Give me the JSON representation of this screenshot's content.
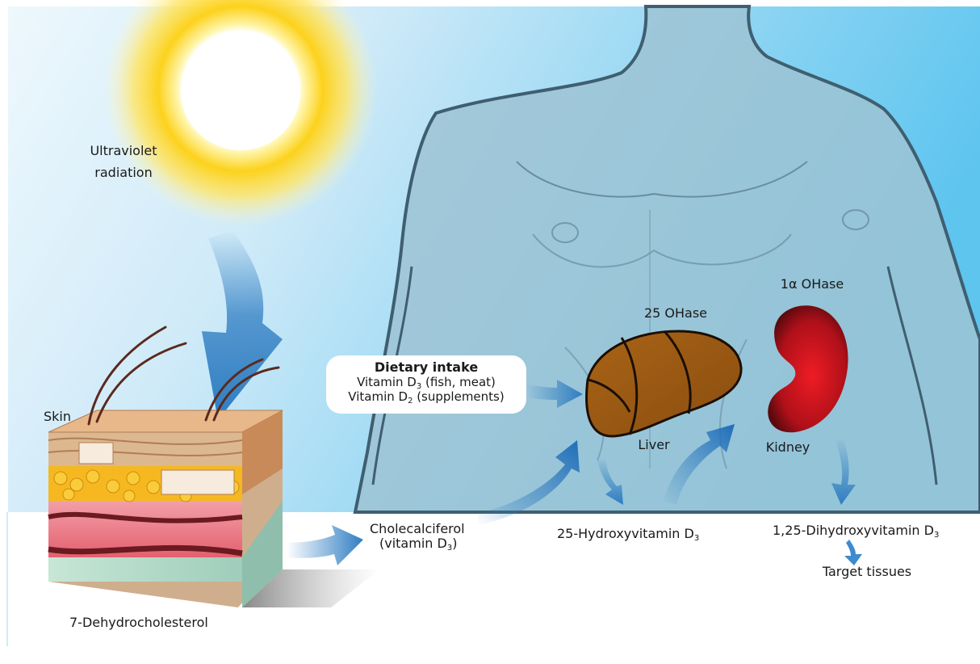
{
  "colors": {
    "sky_top": "#d4ecf8",
    "sky_right": "#62c6ef",
    "sun_core": "#ffffff",
    "sun_glow": "#fdd21a",
    "arrow_blue": "#2f7dc2",
    "body_fill": "#9ebfce",
    "body_outline": "#3f5f70",
    "liver": "#9c5a15",
    "kidney": "#c0101a"
  },
  "labels": {
    "uv_line1": "Ultraviolet",
    "uv_line2": "radiation",
    "skin": "Skin",
    "precursor": "7-Dehydrocholesterol",
    "chole_line1": "Cholecalciferol",
    "chole_line2_a": "(vitamin D",
    "chole_line2_sub": "3",
    "chole_line2_b": ")",
    "hydroxy_main": "25-Hydroxyvitamin D",
    "hydroxy_sub": "3",
    "dihydroxy_main": "1,25-Dihydroxyvitamin D",
    "dihydroxy_sub": "3",
    "target": "Target tissues",
    "liver": "Liver",
    "kidney": "Kidney",
    "enzyme_liver": "25 OHase",
    "enzyme_kidney": "1α OHase"
  },
  "dietary": {
    "title": "Dietary intake",
    "line1_a": "Vitamin D",
    "line1_sub": "3",
    "line1_b": " (fish, meat)",
    "line2_a": "Vitamin D",
    "line2_sub": "2",
    "line2_b": " (supplements)"
  }
}
